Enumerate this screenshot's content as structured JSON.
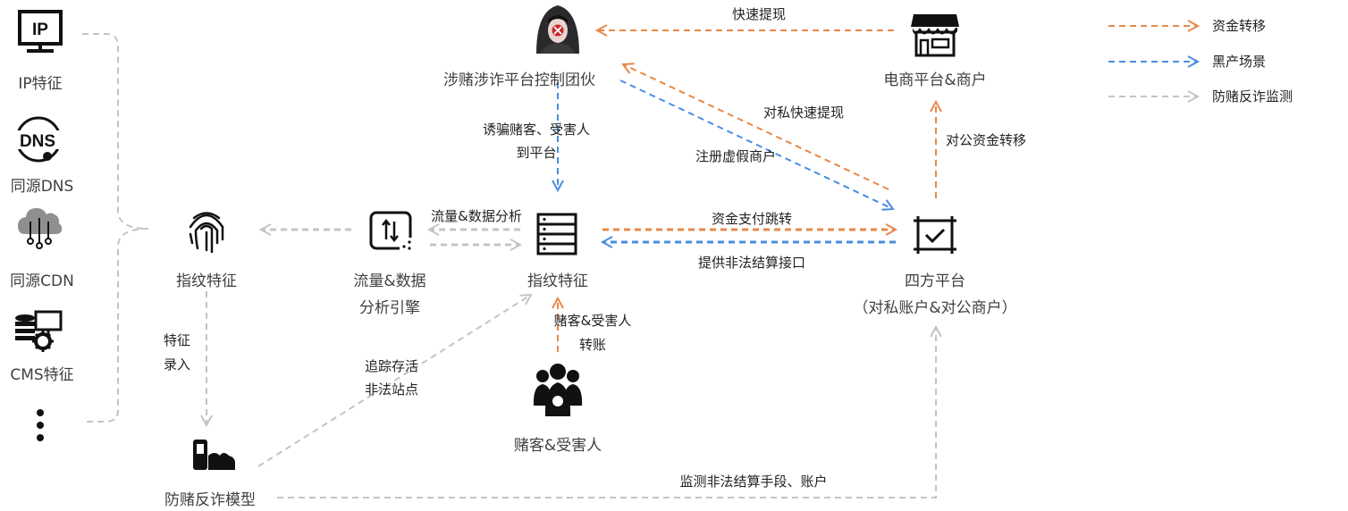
{
  "nodes": {
    "ip": "IP特征",
    "dns": "同源DNS",
    "cdn": "同源CDN",
    "cms": "CMS特征",
    "fingerprint_left": "指纹特征",
    "engine_line1": "流量&数据",
    "engine_line2": "分析引擎",
    "fingerprint_center": "指纹特征",
    "gang": "涉赌涉诈平台控制团伙",
    "ecommerce": "电商平台&商户",
    "sifang_line1": "四方平台",
    "sifang_line2": "（对私账户&对公商户）",
    "victims": "赌客&受害人",
    "model": "防赌反诈模型"
  },
  "icons": {
    "ip": "IP",
    "dns": "DNS"
  },
  "edges": {
    "quick_withdraw": "快速提现",
    "private_withdraw": "对私快速提现",
    "register_fake": "注册虚假商户",
    "lure_line1": "诱骗赌客、受害人",
    "lure_line2": "到平台",
    "public_transfer": "对公资金转移",
    "traffic_analysis": "流量&数据分析",
    "payment_redirect": "资金支付跳转",
    "settlement_api": "提供非法结算接口",
    "victim_transfer_line1": "赌客&受害人",
    "victim_transfer_line2": "转账",
    "feature_input_line1": "特征",
    "feature_input_line2": "录入",
    "track_line1": "追踪存活",
    "track_line2": "非法站点",
    "monitor": "监测非法结算手段、账户"
  },
  "legend": [
    {
      "label": "资金转移",
      "color": "#e8884a"
    },
    {
      "label": "黑产场景",
      "color": "#4a8de0"
    },
    {
      "label": "防赌反诈监测",
      "color": "#c4c4c4"
    }
  ]
}
